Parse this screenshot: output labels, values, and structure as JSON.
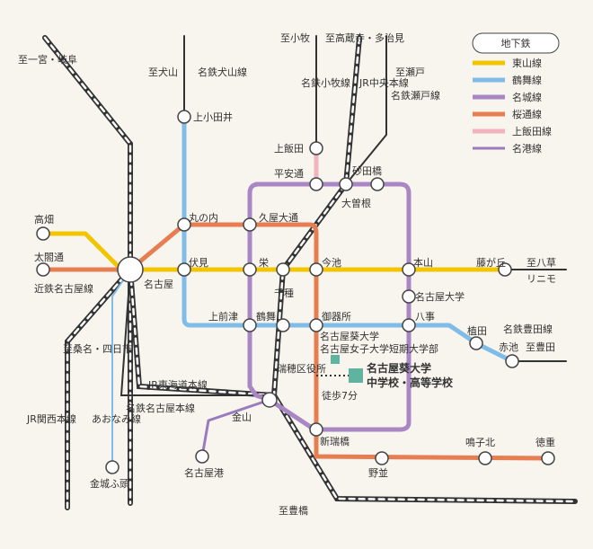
{
  "legend": {
    "title": "地下鉄",
    "lines": [
      {
        "name": "東山線",
        "color": "#f2c500"
      },
      {
        "name": "鶴舞線",
        "color": "#7fbde8"
      },
      {
        "name": "名城線",
        "color": "#a986c4"
      },
      {
        "name": "桜通線",
        "color": "#e77e52"
      },
      {
        "name": "上飯田線",
        "color": "#f1b4bd"
      },
      {
        "name": "名港線",
        "color": "#9a7bbd"
      }
    ]
  },
  "stations": {
    "takabata": "高畑",
    "meieki": "名古屋",
    "fushimi": "伏見",
    "sakae": "栄",
    "imaike": "今池",
    "motoyama": "本山",
    "fujigaoka": "藤が丘",
    "taikoudori": "太閤通",
    "marunouchi": "丸の内",
    "hisayaodori": "久屋大通",
    "kamiotai": "上小田井",
    "kamiiida": "上飯田",
    "heiando": "平安通",
    "sunadabashi": "砂田橋",
    "ozone": "大曽根",
    "nagoyadaigaku": "名古屋大学",
    "yagoto": "八事",
    "ueda": "植田",
    "akaike": "赤池",
    "kamimaezu": "上前津",
    "tsurumai": "鶴舞",
    "chikusa": "千種",
    "gokiso": "御器所",
    "mizuhokuyakusho": "瑞穂区役所",
    "kanayama": "金山",
    "shinmizuhobashi": "新瑞橋",
    "nagoyako": "名古屋港",
    "kinjofuto": "金城ふ頭",
    "nokami": "野並",
    "narumi": "鳴子北",
    "tokushige": "徳重"
  },
  "destinations": {
    "inuyama": "至犬山",
    "komaki": "至小牧",
    "takakura": "至高蔵寺・多治見",
    "seto": "至瀬戸",
    "ichinomiya": "至一宮・岐阜",
    "yagusa": "至八草",
    "toyota": "至豊田",
    "toyohashi": "至豊橋",
    "kuwana": "至桑名・四日市"
  },
  "line_labels": {
    "meitetsu_inuyama": "名鉄犬山線",
    "meitetsu_komaki": "名鉄小牧線",
    "jr_chuo": "JR中央本線",
    "meitetsu_seto": "名鉄瀬戸線",
    "kintetsu": "近鉄名古屋線",
    "jr_kansai": "JR関西本線",
    "aonami": "あおなみ線",
    "jr_tokaido": "JR東海道本線",
    "meitetsu_nagoya": "名鉄名古屋本線",
    "linimo": "リニモ",
    "meitetsu_toyota": "名鉄豊田線"
  },
  "school": {
    "name_line1": "名古屋葵大学",
    "name_line2": "中学校・高等学校",
    "university": "名古屋葵大学",
    "college": "名古屋女子大学短期大学部",
    "walk": "徒歩7分"
  }
}
